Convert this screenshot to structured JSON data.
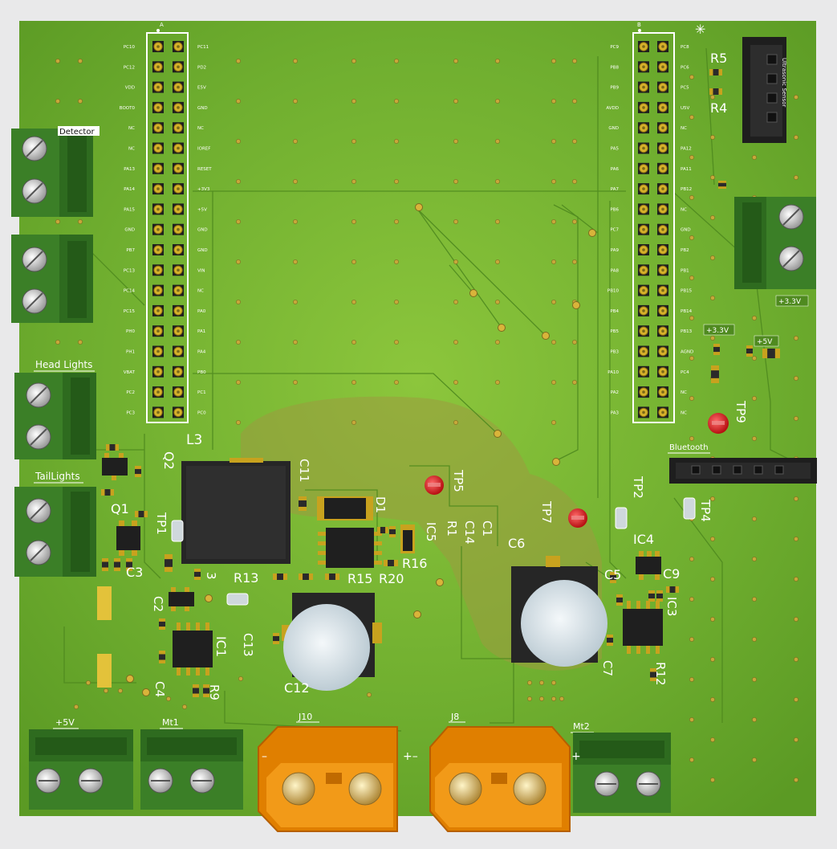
{
  "colors": {
    "background": "#e9e9ea",
    "board": "#6aa92e",
    "board_light": "#86c03a",
    "copper_pour": "#9a9a3c",
    "silkscreen": "#ffffff",
    "terminal_green": "#2d6a1f",
    "xt60_orange": "#f08a00",
    "pad_gold": "#c8a21e",
    "via": "#b99a2a",
    "ic_black": "#1c1c1c",
    "cap_top": "#c9d6dd",
    "testpoint_red": "#d4151a"
  },
  "header_left": {
    "marker": "A",
    "labels_left": [
      "PC10",
      "PC12",
      "VDD",
      "BOOT0",
      "NC",
      "NC",
      "PA13",
      "PA14",
      "PA15",
      "GND",
      "PB7",
      "PC13",
      "PC14",
      "PC15",
      "PH0",
      "PH1",
      "VBAT",
      "PC2",
      "PC3"
    ],
    "labels_right": [
      "PC11",
      "PD2",
      "E5V",
      "GND",
      "NC",
      "IOREF",
      "RESET",
      "+3V3",
      "+5V",
      "GND",
      "GND",
      "VIN",
      "NC",
      "PA0",
      "PA1",
      "PA4",
      "PB0",
      "PC1",
      "PC0"
    ]
  },
  "header_right": {
    "marker": "B",
    "labels_left": [
      "PC9",
      "PB8",
      "PB9",
      "AVDD",
      "GND",
      "PA5",
      "PA6",
      "PA7",
      "PB6",
      "PC7",
      "PA9",
      "PA8",
      "PB10",
      "PB4",
      "PB5",
      "PB3",
      "PA10",
      "PA2",
      "PA3"
    ],
    "labels_right": [
      "PC8",
      "PC6",
      "PC5",
      "U5V",
      "NC",
      "PA12",
      "PA11",
      "PB12",
      "NC",
      "GND",
      "PB2",
      "PB1",
      "PB15",
      "PB14",
      "PB13",
      "AGND",
      "PC4",
      "NC",
      "NC"
    ]
  },
  "connectors": {
    "detector": "Detector",
    "head_lights": "Head Lights",
    "tail_lights": "TailLights",
    "plus5v": "+5V",
    "mt1": "Mt1",
    "mt2": "Mt2",
    "bluetooth": "Bluetooth",
    "ultrasonic": "Ultrasonic Sensor",
    "j10": "J10",
    "j8": "J8",
    "polarity_left": "–",
    "polarity_mid": "+–",
    "polarity_right": "+",
    "power_3v3": "+3.3V",
    "power_5v": "+5V",
    "power_3v3_b": "+3.3V",
    "star": "✳"
  },
  "designators": {
    "R5": "R5",
    "R4": "R4",
    "L3": "L3",
    "TP9": "TP9",
    "Q2": "Q2",
    "C11": "C11",
    "TP5": "TP5",
    "D1": "D1",
    "Q1": "Q1",
    "TP1": "TP1",
    "R1": "R1",
    "C1": "C1",
    "C14": "C14",
    "IC5": "IC5",
    "C6": "C6",
    "TP7": "TP7",
    "TP2": "TP2",
    "TP4": "TP4",
    "IC4": "IC4",
    "C9": "C9",
    "C5": "C5",
    "IC3": "IC3",
    "C7": "C7",
    "R12": "R12",
    "C3": "C3",
    "R16": "R16",
    "R13": "R13",
    "R15": "R15",
    "R20": "R20",
    "P3": "3",
    "C2": "C2",
    "C4": "C4",
    "IC1": "IC1",
    "C13": "C13",
    "R9": "R9",
    "C12": "C12"
  }
}
